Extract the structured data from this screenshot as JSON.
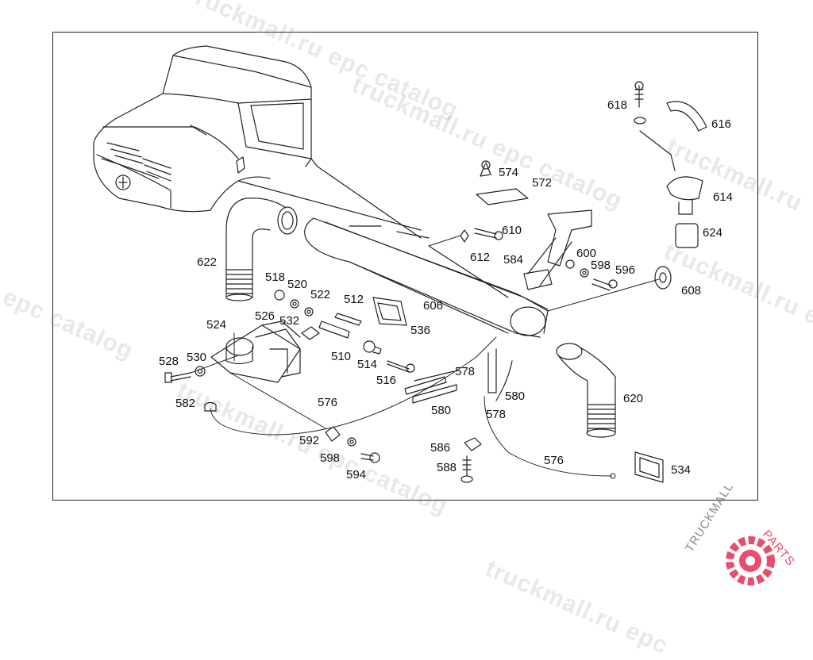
{
  "watermark": {
    "text_1": "ruckmall.ru epc catalog",
    "text_2": "truckmall.ru epc catalog",
    "text_3": "truckmall.ru epc catalog",
    "text_4": "l epc catalog",
    "text_5": "truckmall.ru",
    "text_6": "truckmall.ru epc catalog",
    "text_7": "truckmall.ru epc"
  },
  "logo": {
    "text_main": "TRUCKMALL",
    "text_accent": "PARTS",
    "color_main": "#8c8c8c",
    "color_accent": "#e84d6b"
  },
  "callouts": {
    "c616": "616",
    "c618": "618",
    "c614": "614",
    "c624": "624",
    "c574": "574",
    "c572": "572",
    "c610": "610",
    "c612": "612",
    "c584": "584",
    "c600": "600",
    "c598a": "598",
    "c596": "596",
    "c608": "608",
    "c622": "622",
    "c518": "518",
    "c520": "520",
    "c522": "522",
    "c512": "512",
    "c606": "606",
    "c524": "524",
    "c526": "526",
    "c532": "532",
    "c536": "536",
    "c510": "510",
    "c530": "530",
    "c528": "528",
    "c514": "514",
    "c516": "516",
    "c578a": "578",
    "c580a": "580",
    "c580b": "580",
    "c578b": "578",
    "c620": "620",
    "c582": "582",
    "c576a": "576",
    "c592": "592",
    "c598b": "598",
    "c594": "594",
    "c586": "586",
    "c588": "588",
    "c576b": "576",
    "c534": "534"
  },
  "colors": {
    "line": "#222222",
    "frame": "#222222",
    "watermark": "#969696"
  }
}
